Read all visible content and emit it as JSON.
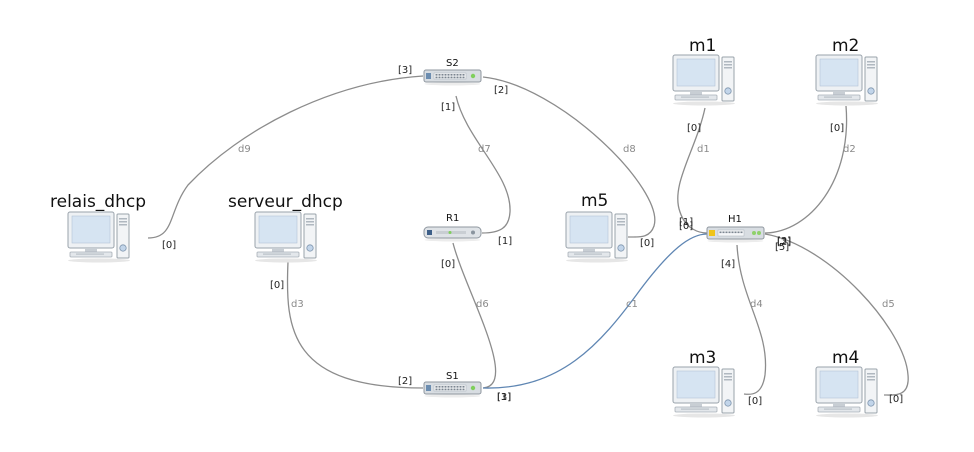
{
  "hosts": {
    "relais_dhcp": {
      "label": "relais_dhcp",
      "port": "[0]"
    },
    "serveur_dhcp": {
      "label": "serveur_dhcp",
      "port": "[0]"
    },
    "m5": {
      "label": "m5",
      "port": "[0]"
    },
    "m1": {
      "label": "m1",
      "port": "[0]"
    },
    "m2": {
      "label": "m2",
      "port": "[0]"
    },
    "m3": {
      "label": "m3",
      "port": "[0]"
    },
    "m4": {
      "label": "m4",
      "port": "[0]"
    }
  },
  "devices": {
    "S2": {
      "label": "S2",
      "ports": [
        "[3]",
        "[1]",
        "[2]"
      ]
    },
    "R1": {
      "label": "R1",
      "ports": [
        "[1]",
        "[0]"
      ]
    },
    "S1": {
      "label": "S1",
      "ports": [
        "[2]",
        "[1]",
        "[3]"
      ]
    },
    "H1": {
      "label": "H1",
      "ports": [
        "[1]",
        "[0]",
        "[3]",
        "[2]",
        "[5]",
        "[4]"
      ]
    }
  },
  "links": {
    "d9": "d9",
    "d7": "d7",
    "d8": "d8",
    "d1": "d1",
    "d2": "d2",
    "d3": "d3",
    "d6": "d6",
    "c1": "c1",
    "d4": "d4",
    "d5": "d5"
  },
  "colors": {
    "link": "#8c8c8c",
    "crossover_link": "#5f86b3",
    "screen": "#d6e4f2",
    "device_body": "#d8dde2",
    "hub_led": "#f0c419"
  }
}
